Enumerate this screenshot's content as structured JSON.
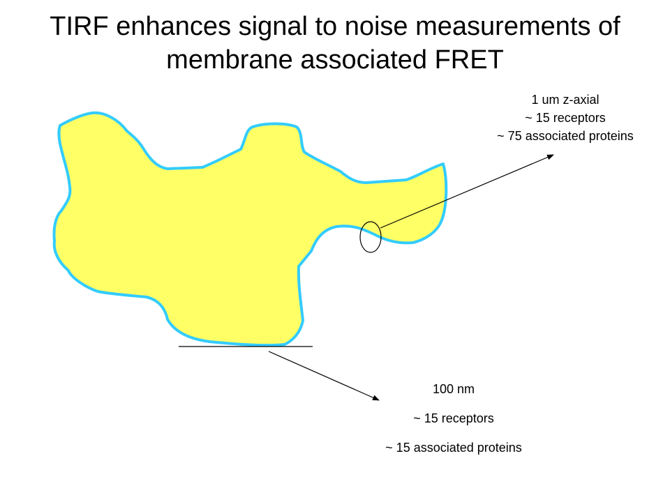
{
  "title": {
    "line1": "TIRF enhances signal to noise measurements of",
    "line2": "membrane associated FRET"
  },
  "upper_label": {
    "line1": "1 um z-axial",
    "line2": "~ 15 receptors",
    "line3": "~  75 associated proteins"
  },
  "lower_label": {
    "line1": "100 nm",
    "line2": "~ 15 receptors",
    "line3": "~ 15 associated proteins"
  },
  "colors": {
    "cell_fill": "#FFFF66",
    "cell_outline": "#33CCFF",
    "lines": "#000000"
  }
}
